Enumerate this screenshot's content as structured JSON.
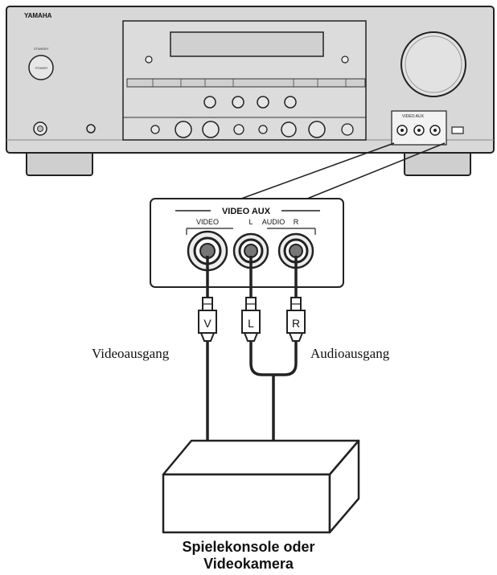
{
  "receiver": {
    "brand": "YAMAHA",
    "front_jack_labels": [
      "VIDEO AUX"
    ]
  },
  "panel": {
    "title": "VIDEO AUX",
    "video_label": "VIDEO",
    "audio_l_label": "L",
    "audio_label": "AUDIO",
    "audio_r_label": "R"
  },
  "plugs": {
    "video": "V",
    "left": "L",
    "right": "R"
  },
  "labels": {
    "video_out": "Videoausgang",
    "audio_out": "Audioausgang"
  },
  "device": {
    "line1": "Spielekonsole oder",
    "line2": "Videokamera"
  }
}
